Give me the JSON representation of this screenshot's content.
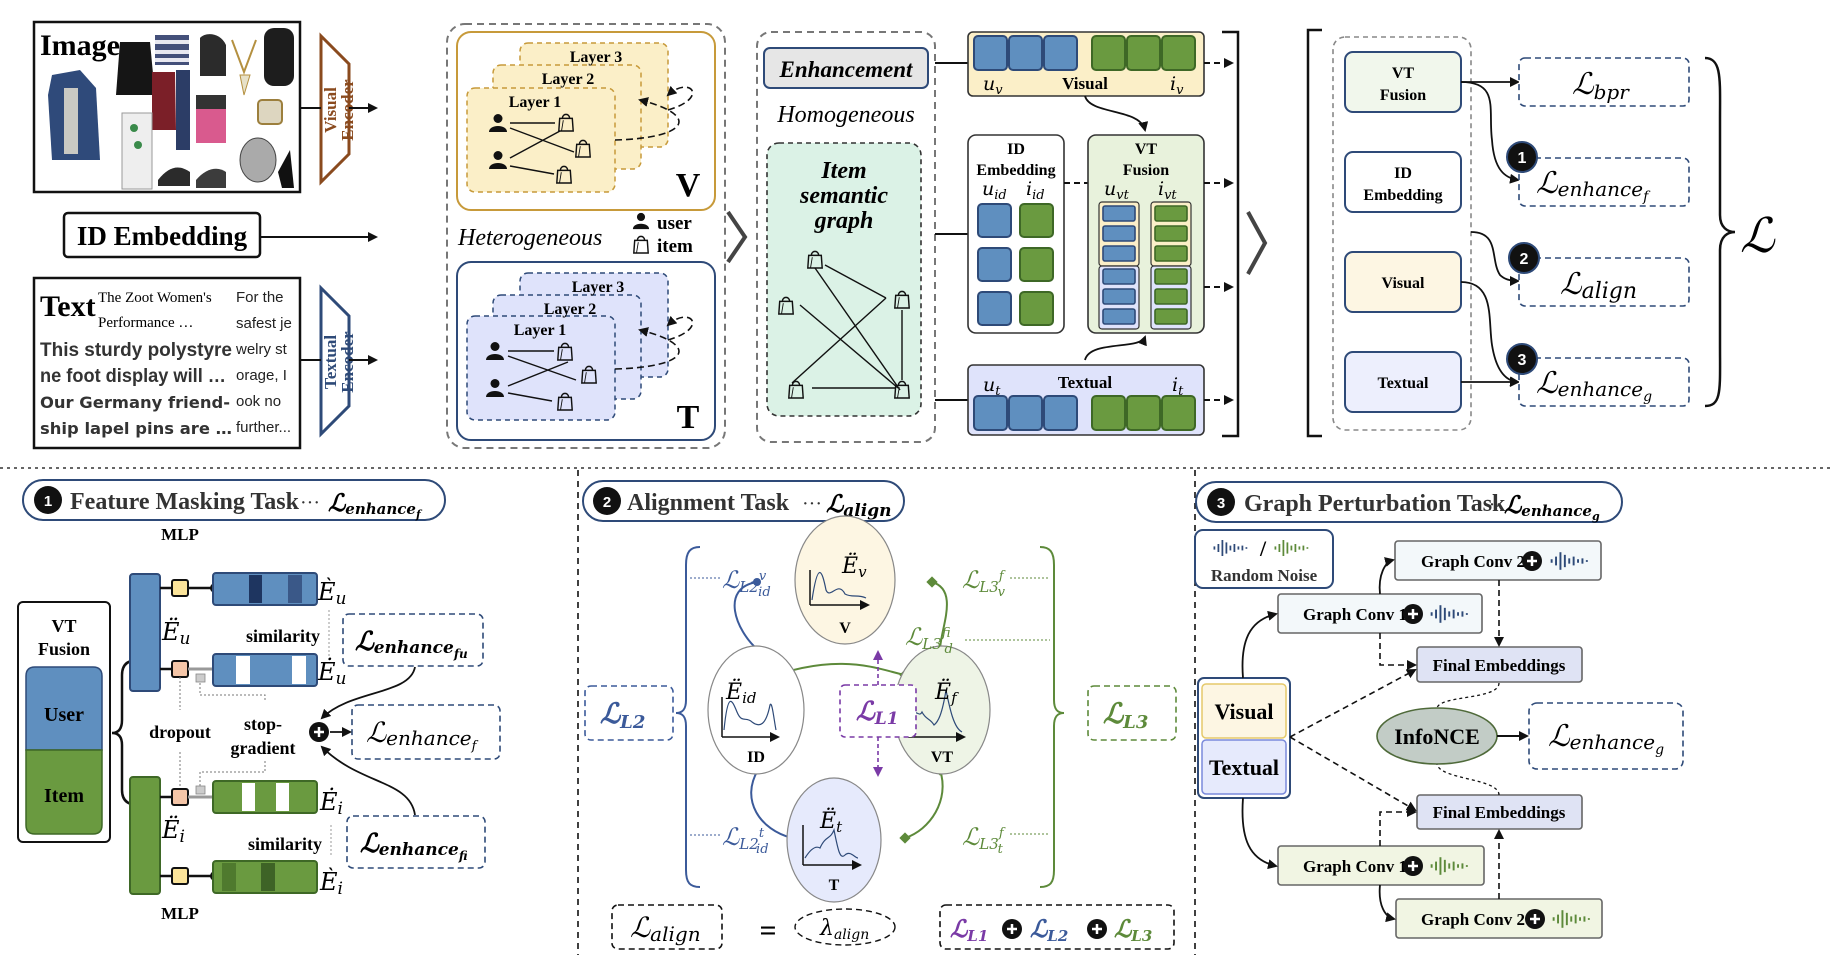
{
  "colors": {
    "user_blue": "#5f8fbf",
    "item_green": "#6a9a40",
    "visual_bg": "#fbefc8",
    "textual_bg": "#dfe3fb",
    "fusion_bg": "#e8f2dc",
    "semantic_bg": "#dbf2e6",
    "dark_blue": "#2e4a78",
    "loss_blue": "#3b5a9a",
    "loss_green": "#5d8a3a",
    "loss_purple": "#7a3aa6"
  },
  "inputs": {
    "image_title": "Image",
    "visual_encoder": "Visual Encoder",
    "id_embedding": "ID Embedding",
    "text_title": "Text",
    "text_col1_line1": "The Zoot Women's",
    "text_col1_line2": "Performance …",
    "text_bold1": "This sturdy polystyre",
    "text_bold2": "ne foot display will …",
    "text_bold3": "Our Germany friend-",
    "text_bold4": "ship lapel pins are …",
    "text_col2": [
      "For the",
      "safest je",
      "welry st",
      "orage, I",
      "ook no",
      "further..."
    ],
    "textual_encoder": "Textual Encoder"
  },
  "hetero": {
    "layers": [
      "Layer 3",
      "Layer 2",
      "Layer 1"
    ],
    "visual_tag": "V",
    "textual_tag": "T",
    "label": "Heterogeneous",
    "legend_user": "user",
    "legend_item": "item"
  },
  "homo": {
    "enhancement": "Enhancement",
    "label": "Homogeneous",
    "graph_title": [
      "Item",
      "semantic",
      "graph"
    ]
  },
  "embeddings": {
    "visual_label": "Visual",
    "u_v": "u",
    "u_v_sub": "v",
    "i_v": "i",
    "i_v_sub": "v",
    "id_title": [
      "ID",
      "Embedding"
    ],
    "u_id": "u",
    "u_id_sub": "id",
    "i_id": "i",
    "i_id_sub": "id",
    "vt_title": [
      "VT",
      "Fusion"
    ],
    "u_vt": "u",
    "u_vt_sub": "vt",
    "i_vt": "i",
    "i_vt_sub": "vt",
    "textual_label": "Textual",
    "u_t": "u",
    "u_t_sub": "t",
    "i_t": "i",
    "i_t_sub": "t"
  },
  "losses": {
    "modules": [
      "VT Fusion",
      "ID Embedding",
      "Visual",
      "Textual"
    ],
    "L": "ℒ",
    "bpr_sub": "bpr",
    "enhance": "enhance",
    "align": "align",
    "sub_f": "f",
    "sub_g": "g",
    "badges": [
      "1",
      "2",
      "3"
    ]
  },
  "task1": {
    "badge": "1",
    "title": "Feature Masking Task",
    "dots": "···",
    "loss_main": "enhance",
    "loss_sub": "f",
    "vt_fusion": [
      "VT",
      "Fusion"
    ],
    "user": "User",
    "item": "Item",
    "mlp": "MLP",
    "similarity": "similarity",
    "dropout": "dropout",
    "stop_gradient": [
      "stop-",
      "gradient"
    ],
    "E": "E",
    "sub_u": "u",
    "sub_i": "i",
    "loss_fu_sub": "fu",
    "loss_fi_sub": "fi"
  },
  "task2": {
    "badge": "2",
    "title": "Alignment Task",
    "dots": "···",
    "loss_sub": "align",
    "nodes": {
      "v": "V",
      "id": "ID",
      "vt": "VT",
      "t": "T"
    },
    "node_subs": {
      "v": "v",
      "id": "id",
      "vt": "f",
      "t": "t"
    },
    "L1": "L1",
    "L2": "L2",
    "L3": "L3",
    "l2_v_sup": "v",
    "l2_t_sup": "t",
    "l3_sup": "f",
    "id_sub": "id",
    "lambda": "λ",
    "lambda_sub": "align",
    "equals": "="
  },
  "task3": {
    "badge": "3",
    "title": "Graph Perturbation Task",
    "dots": "···",
    "loss_sub": "g",
    "random_noise": "Random Noise",
    "slash": "/",
    "graph_conv_1": "Graph Conv 1",
    "graph_conv_2": "Graph Conv 2",
    "final_embeddings": "Final Embeddings",
    "infonce": "InfoNCE",
    "visual": "Visual",
    "textual": "Textual"
  }
}
